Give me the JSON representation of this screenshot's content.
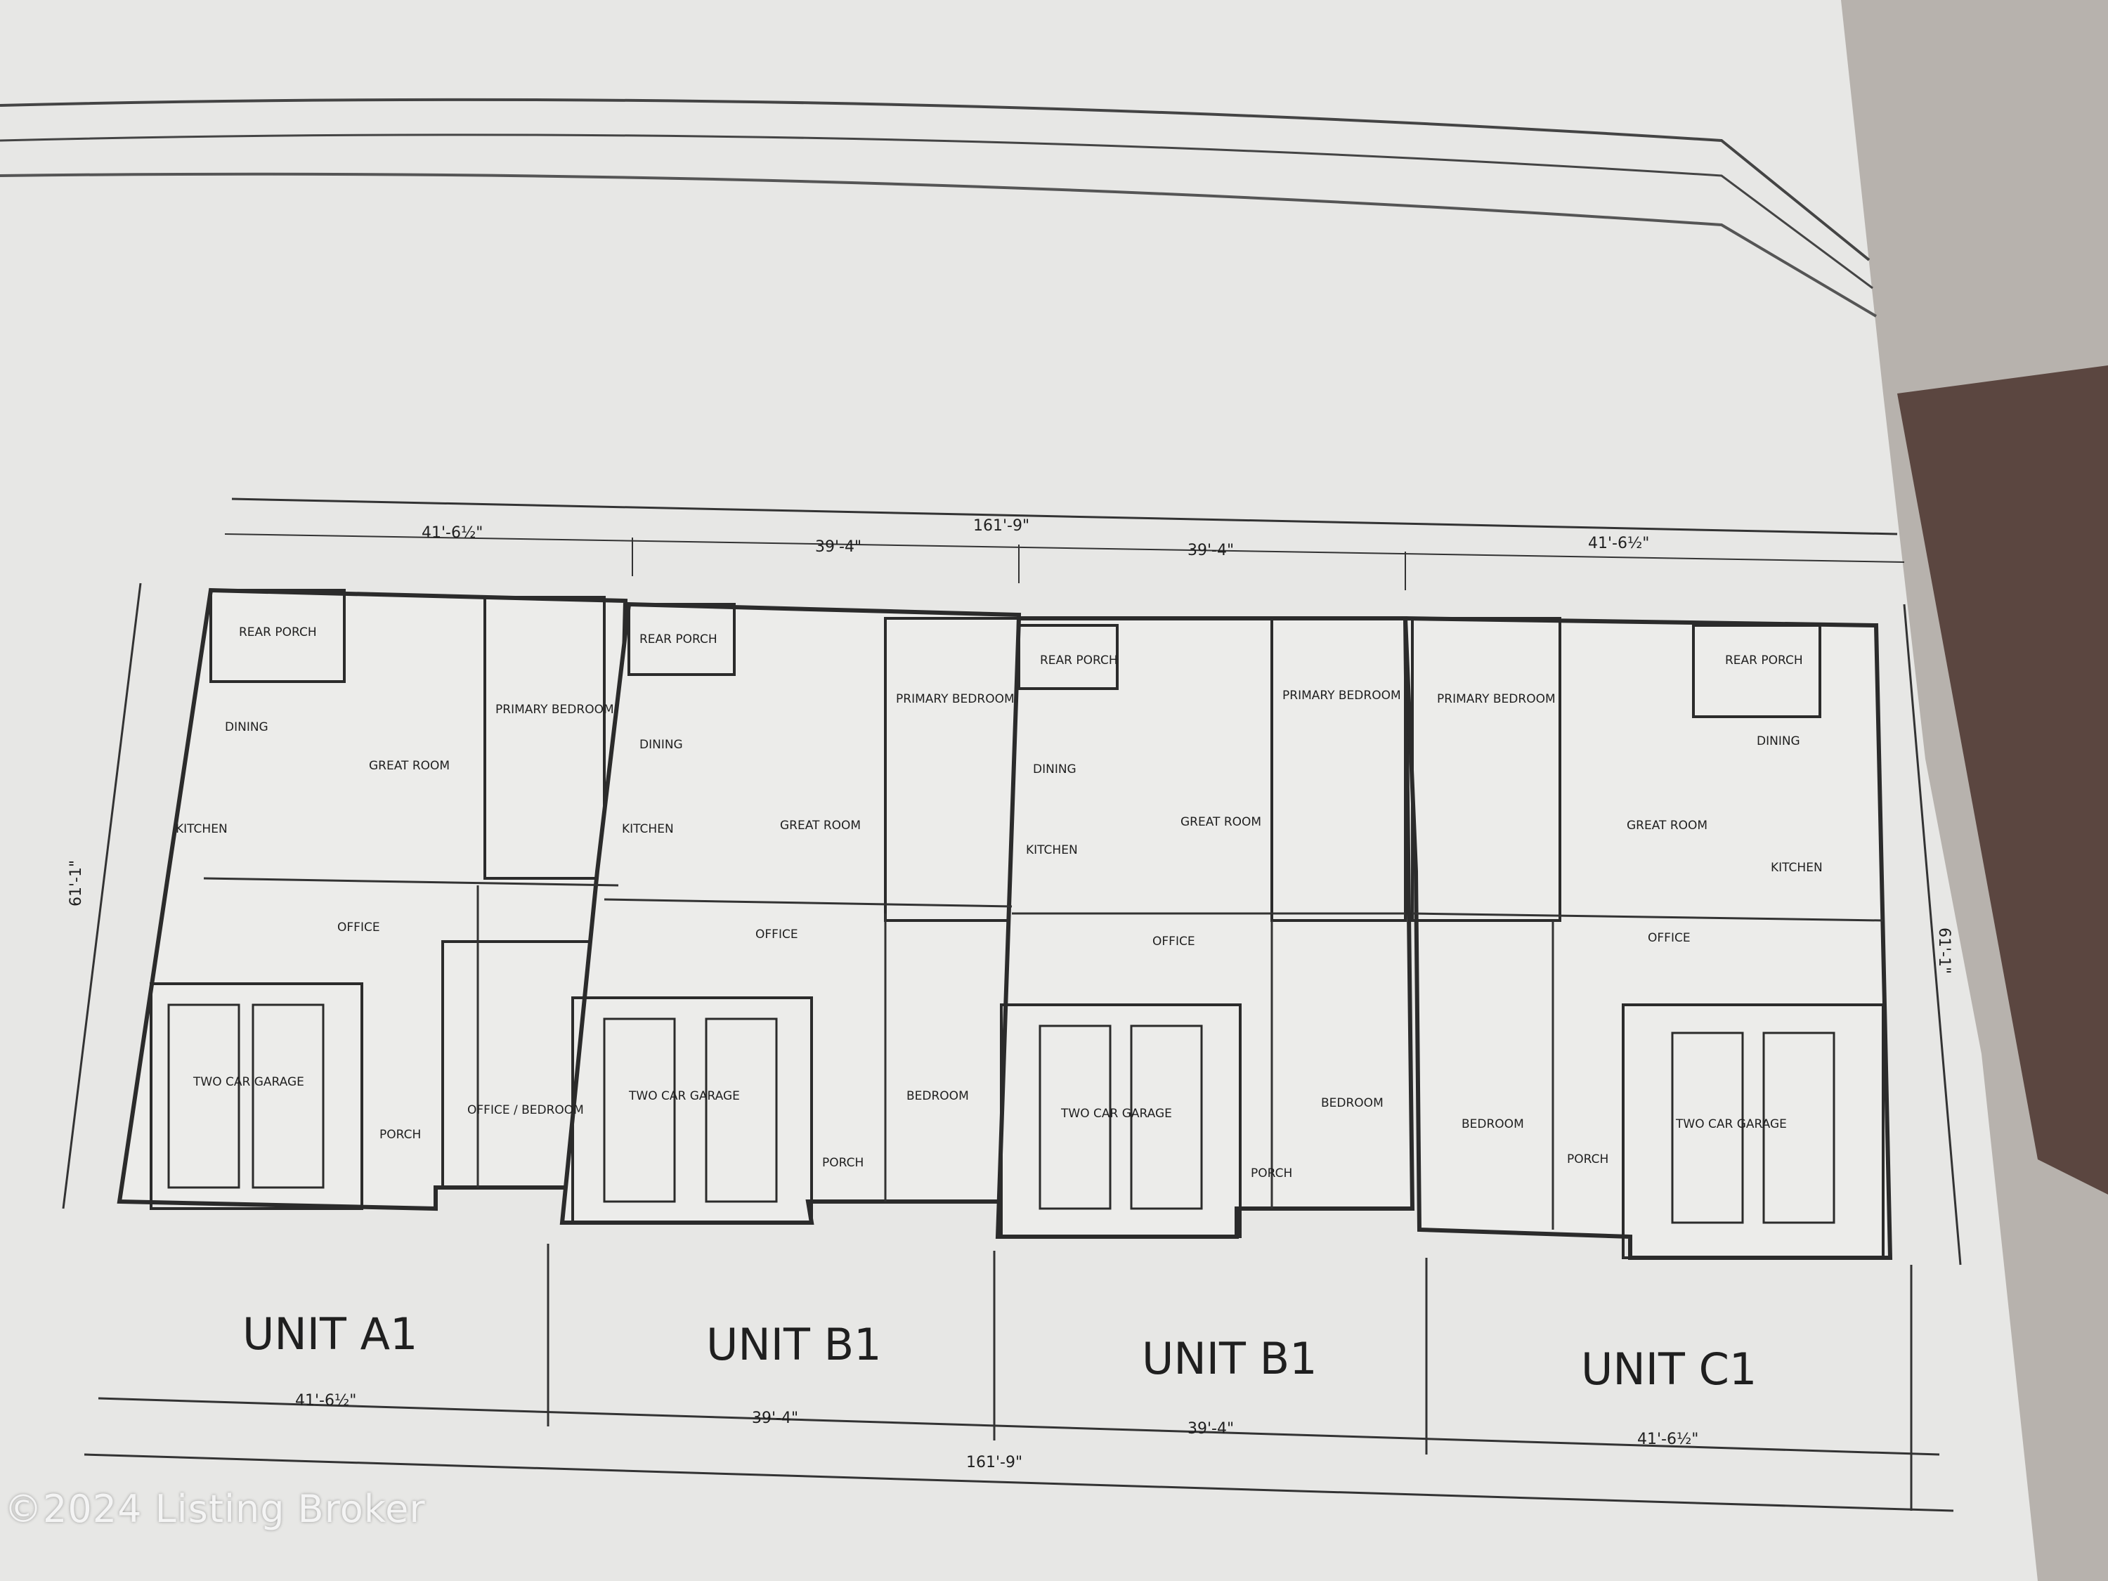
{
  "overall_dimensions": {
    "width_total": "161'-9\"",
    "depth_left": "61'-1\"",
    "depth_right": "61'-1\""
  },
  "units": [
    {
      "name": "UNIT A1",
      "width_top": "41'-6½\"",
      "width_bottom": "41'-6½\"",
      "rooms": [
        "REAR PORCH",
        "PRIMARY BEDROOM",
        "DINING",
        "GREAT ROOM",
        "KITCHEN",
        "OFFICE",
        "TWO CAR GARAGE",
        "PORCH",
        "OFFICE / BEDROOM"
      ]
    },
    {
      "name": "UNIT B1",
      "width_top": "39'-4\"",
      "width_bottom": "39'-4\"",
      "rooms": [
        "REAR PORCH",
        "DINING",
        "PRIMARY BEDROOM",
        "KITCHEN",
        "GREAT ROOM",
        "OFFICE",
        "TWO CAR GARAGE",
        "BEDROOM",
        "PORCH"
      ]
    },
    {
      "name": "UNIT B1",
      "width_top": "39'-4\"",
      "width_bottom": "39'-4\"",
      "rooms": [
        "REAR PORCH",
        "DINING",
        "PRIMARY BEDROOM",
        "KITCHEN",
        "GREAT ROOM",
        "OFFICE",
        "TWO CAR GARAGE",
        "BEDROOM",
        "PORCH"
      ]
    },
    {
      "name": "UNIT C1",
      "width_top": "41'-6½\"",
      "width_bottom": "41'-6½\"",
      "rooms": [
        "PRIMARY BEDROOM",
        "REAR PORCH",
        "DINING",
        "GREAT ROOM",
        "KITCHEN",
        "OFFICE",
        "TWO CAR GARAGE",
        "BEDROOM",
        "PORCH"
      ]
    }
  ],
  "watermark": "©2024 Listing Broker",
  "colors": {
    "paper": "#e7e7e5",
    "ink": "#2a2a2a",
    "background": "#b9b5b0",
    "chair": "#5b4640"
  }
}
